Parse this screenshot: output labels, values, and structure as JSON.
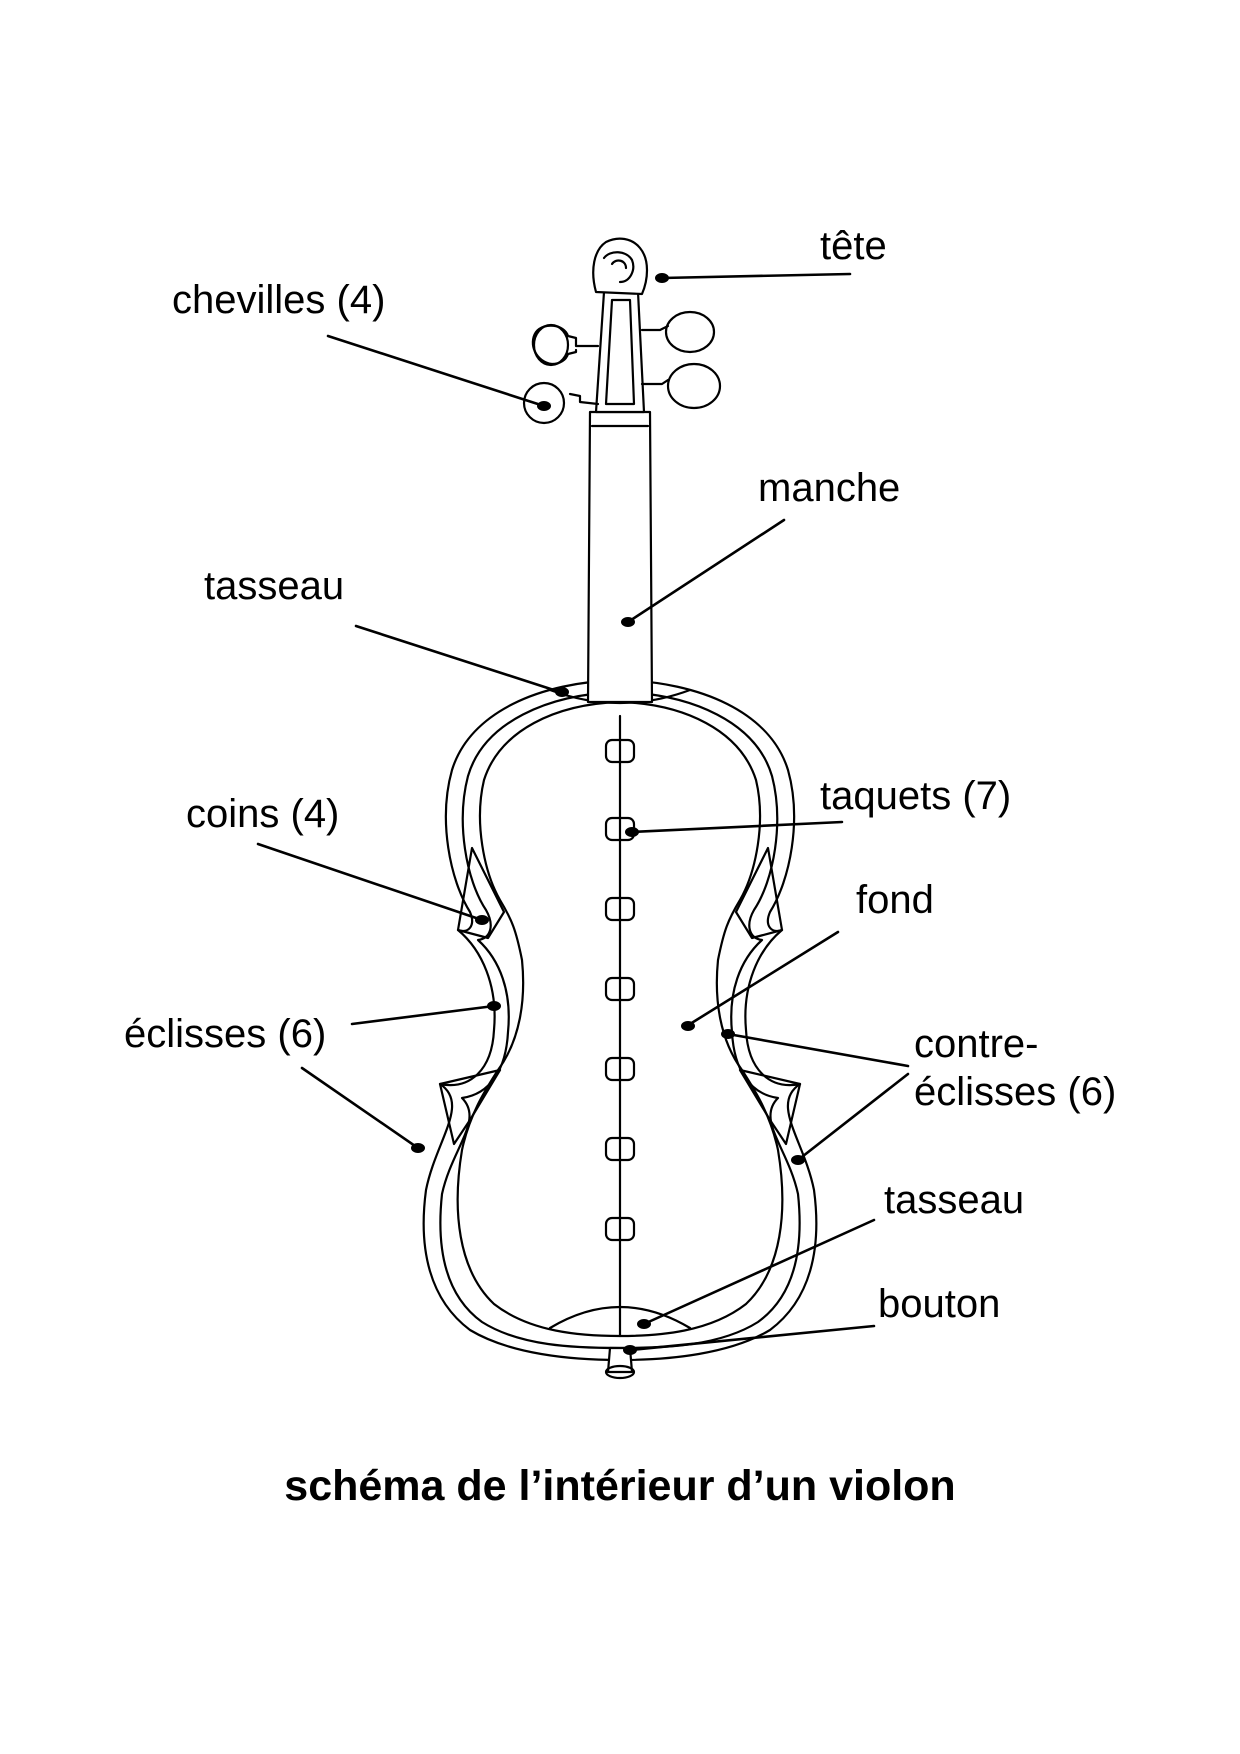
{
  "diagram": {
    "title": "schéma de l’intérieur d’un violon",
    "labels": {
      "tete": "tête",
      "chevilles": "chevilles (4)",
      "manche": "manche",
      "tasseau_top": "tasseau",
      "coins": "coins (4)",
      "taquets": "taquets (7)",
      "fond": "fond",
      "eclisses": "éclisses (6)",
      "contre_line1": "contre-",
      "contre_line2": "éclisses (6)",
      "tasseau_bottom": "tasseau",
      "bouton": "bouton"
    }
  },
  "style": {
    "ink": "#000000",
    "background": "#ffffff"
  }
}
